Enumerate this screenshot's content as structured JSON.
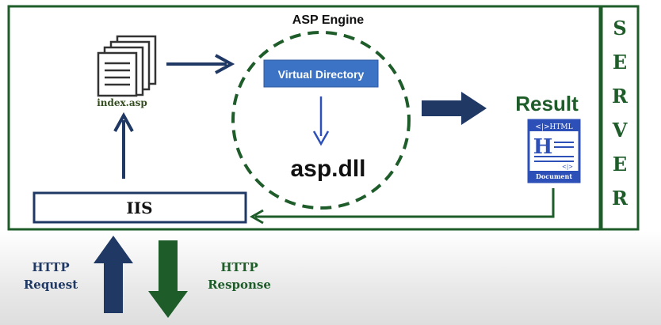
{
  "diagram": {
    "engine_label": "ASP Engine",
    "virtual_directory": "Virtual Directory",
    "dll": "asp.dll",
    "file": "index.asp",
    "result": "Result",
    "iis": "IIS",
    "server_letters": [
      "S",
      "E",
      "R",
      "V",
      "E",
      "R"
    ],
    "html_doc": {
      "tag": "<|>HTML",
      "letter": "H",
      "corner_tag": "<|>",
      "caption": "Document"
    },
    "http_request": [
      "HTTP",
      "Request"
    ],
    "http_response": [
      "HTTP",
      "Response"
    ]
  },
  "colors": {
    "green": "#1e5c2a",
    "navy": "#1f3864",
    "blue_box": "#3d73c4",
    "doc_blue": "#2d4fb8"
  }
}
